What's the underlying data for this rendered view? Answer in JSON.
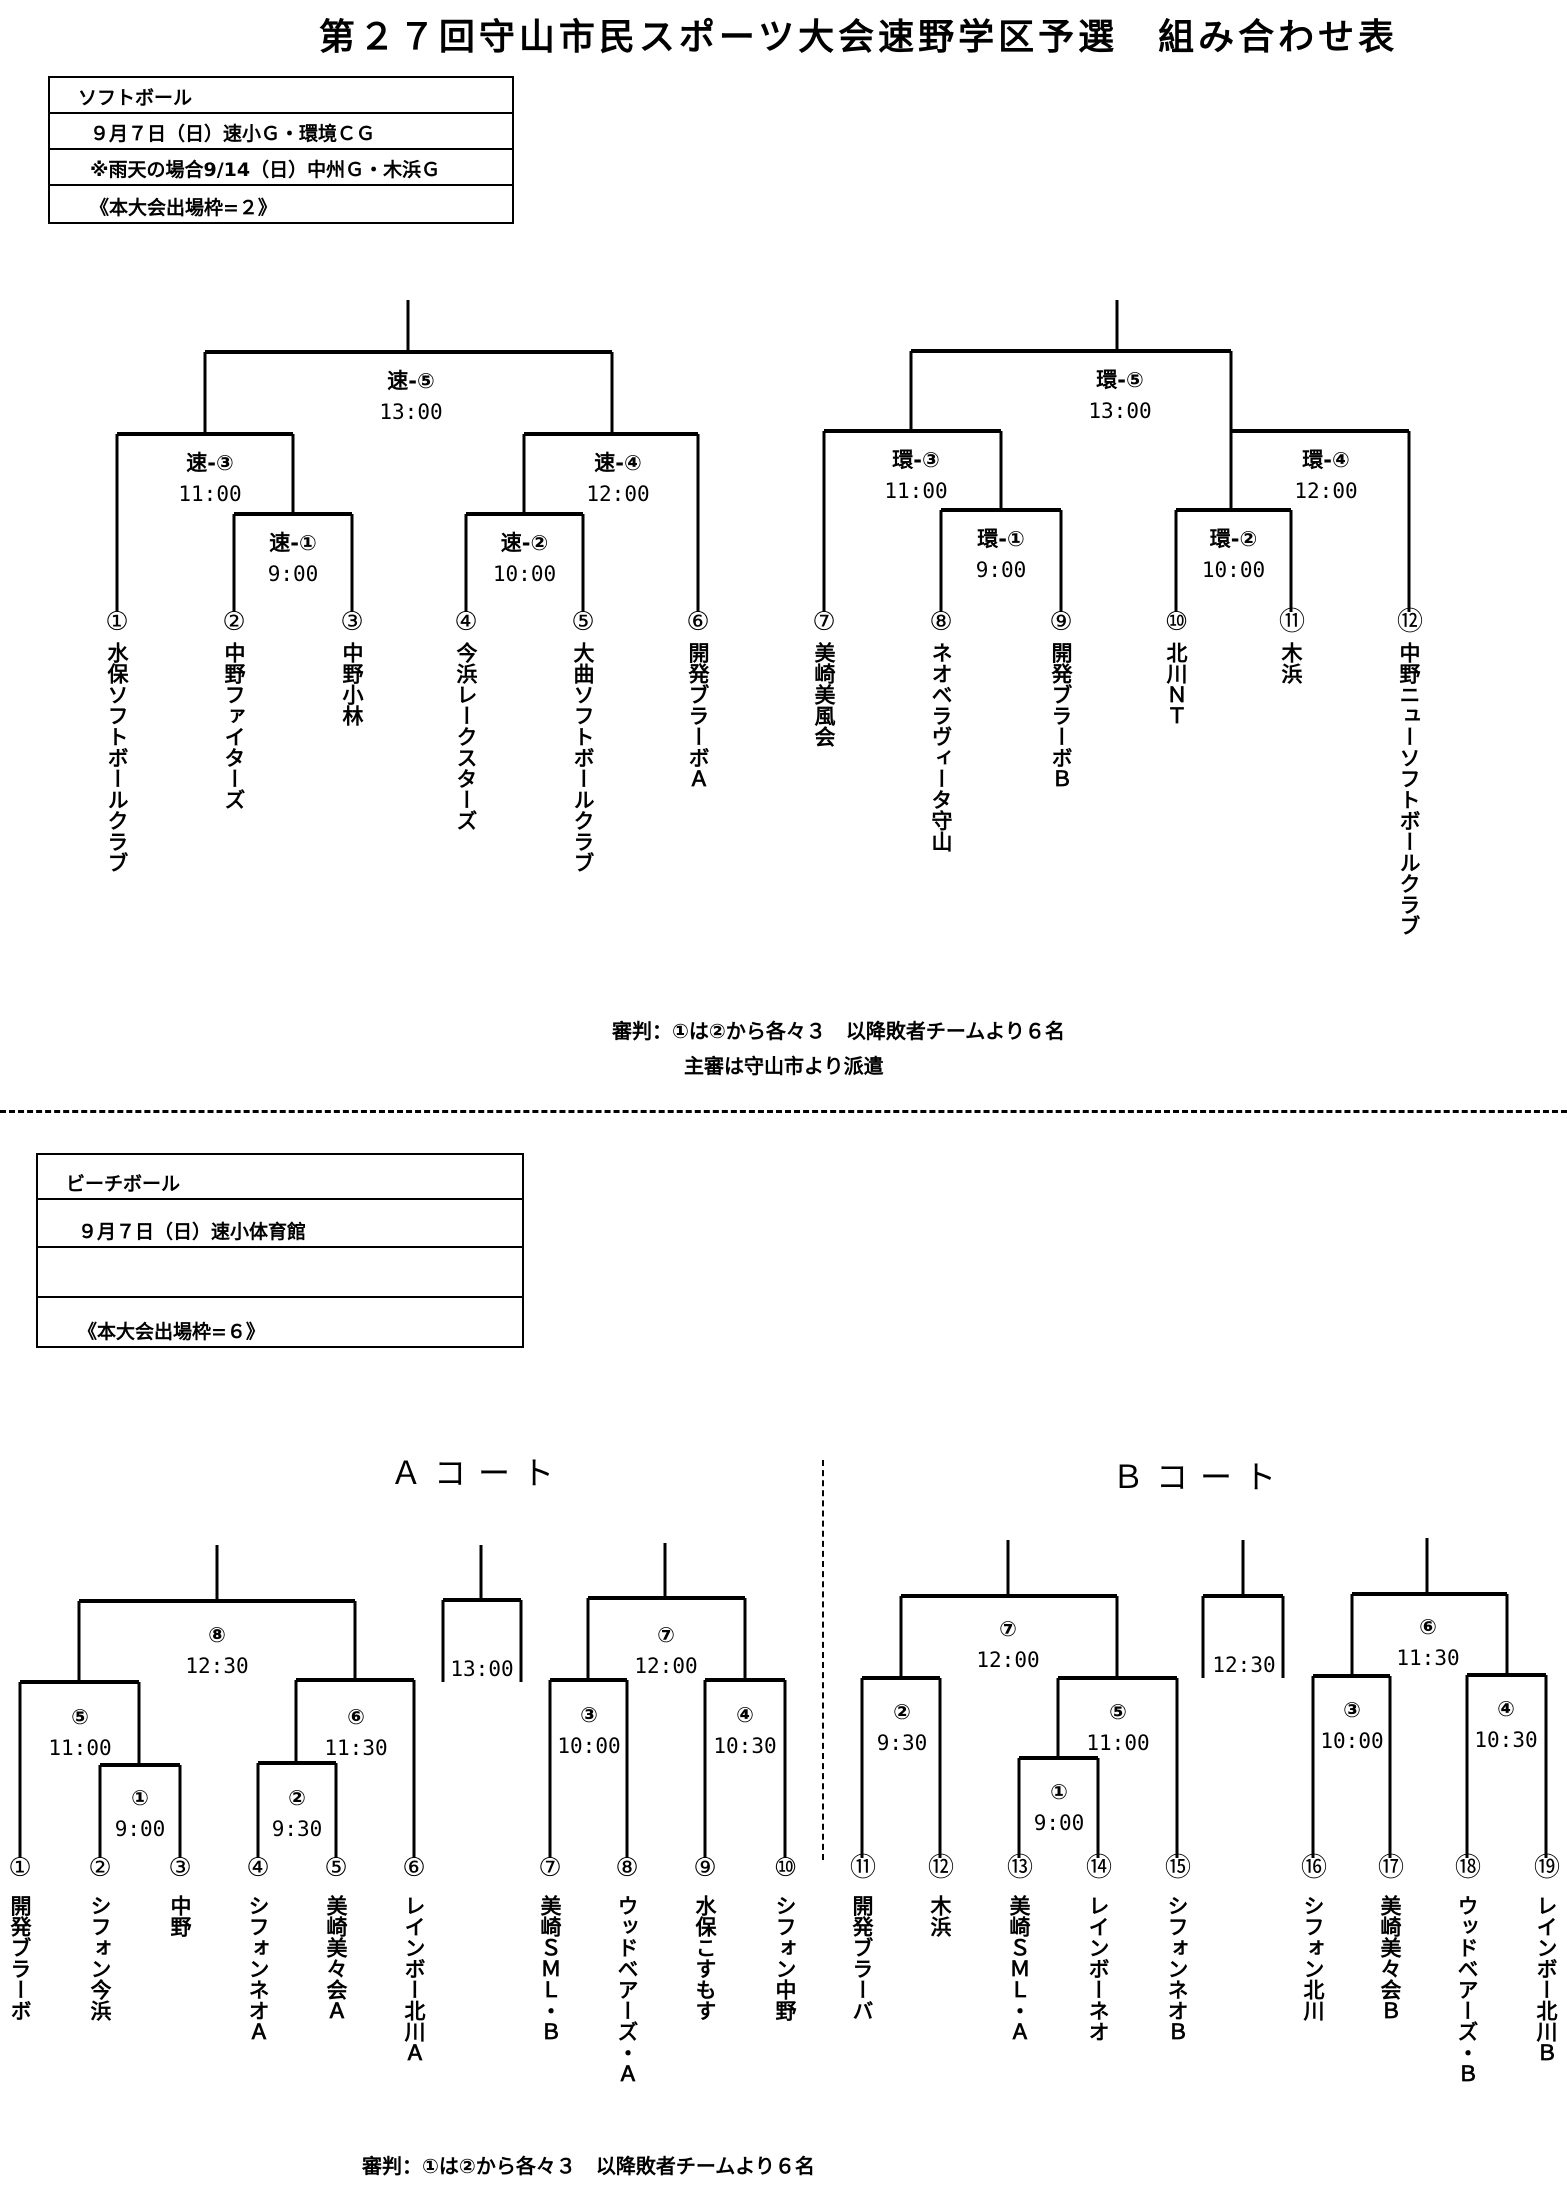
{
  "title": "第２７回守山市民スポーツ大会速野学区予選　組み合わせ表",
  "softball": {
    "info": {
      "sport": "ソフトボール",
      "date_venue": "９月７日（日）速小Ｇ・環境ＣＧ",
      "rain_note": "※雨天の場合9/14（日）中州Ｇ・木浜Ｇ",
      "quota": "《本大会出場枠=２》"
    },
    "brackets": [
      {
        "name": "速",
        "matches": [
          {
            "label": "速-①",
            "time": "9:00"
          },
          {
            "label": "速-②",
            "time": "10:00"
          },
          {
            "label": "速-③",
            "time": "11:00"
          },
          {
            "label": "速-④",
            "time": "12:00"
          },
          {
            "label": "速-⑤",
            "time": "13:00"
          }
        ],
        "teams": [
          {
            "seed": "①",
            "name": "水保ソフトボールクラブ"
          },
          {
            "seed": "②",
            "name": "中野ファイターズ"
          },
          {
            "seed": "③",
            "name": "中野小林"
          },
          {
            "seed": "④",
            "name": "今浜レークスターズ"
          },
          {
            "seed": "⑤",
            "name": "大曲ソフトボールクラブ"
          },
          {
            "seed": "⑥",
            "name": "開発ブラーボＡ"
          }
        ]
      },
      {
        "name": "環",
        "matches": [
          {
            "label": "環-①",
            "time": "9:00"
          },
          {
            "label": "環-②",
            "time": "10:00"
          },
          {
            "label": "環-③",
            "time": "11:00"
          },
          {
            "label": "環-④",
            "time": "12:00"
          },
          {
            "label": "環-⑤",
            "time": "13:00"
          }
        ],
        "teams": [
          {
            "seed": "⑦",
            "name": "美崎美風会"
          },
          {
            "seed": "⑧",
            "name": "ネオベラヴィータ守山"
          },
          {
            "seed": "⑨",
            "name": "開発ブラーボＢ"
          },
          {
            "seed": "⑩",
            "name": "北川ＮＴ"
          },
          {
            "seed": "⑪",
            "name": "木浜"
          },
          {
            "seed": "⑫",
            "name": "中野ニューソフトボールクラブ"
          }
        ]
      }
    ],
    "referee_note": "審判：①は②から各々３　以降敗者チームより６名",
    "umpire_note": "主審は守山市より派遣"
  },
  "beachball": {
    "info": {
      "sport": "ビーチボール",
      "date_venue": "９月７日（日）速小体育館",
      "blank_row": "",
      "quota": "《本大会出場枠=６》"
    },
    "courts": [
      {
        "title": "Ａコート",
        "matches": [
          {
            "label": "①",
            "time": "9:00"
          },
          {
            "label": "②",
            "time": "9:30"
          },
          {
            "label": "③",
            "time": "10:00"
          },
          {
            "label": "④",
            "time": "10:30"
          },
          {
            "label": "⑤",
            "time": "11:00"
          },
          {
            "label": "⑥",
            "time": "11:30"
          },
          {
            "label": "⑦",
            "time": "12:00"
          },
          {
            "label": "⑧",
            "time": "12:30"
          },
          {
            "label": "",
            "time": "13:00"
          }
        ],
        "teams": [
          {
            "seed": "①",
            "name": "開発ブラーボ"
          },
          {
            "seed": "②",
            "name": "シフォン今浜"
          },
          {
            "seed": "③",
            "name": "中野"
          },
          {
            "seed": "④",
            "name": "シフォンネオＡ"
          },
          {
            "seed": "⑤",
            "name": "美崎美々会Ａ"
          },
          {
            "seed": "⑥",
            "name": "レインボー北川Ａ"
          },
          {
            "seed": "⑦",
            "name": "美崎ＳＭＬ・Ｂ"
          },
          {
            "seed": "⑧",
            "name": "ウッドベアーズ・Ａ"
          },
          {
            "seed": "⑨",
            "name": "水保こすもす"
          },
          {
            "seed": "⑩",
            "name": "シフォン中野"
          }
        ]
      },
      {
        "title": "Ｂコート",
        "matches": [
          {
            "label": "①",
            "time": "9:00"
          },
          {
            "label": "②",
            "time": "9:30"
          },
          {
            "label": "③",
            "time": "10:00"
          },
          {
            "label": "④",
            "time": "10:30"
          },
          {
            "label": "⑤",
            "time": "11:00"
          },
          {
            "label": "⑥",
            "time": "11:30"
          },
          {
            "label": "⑦",
            "time": "12:00"
          },
          {
            "label": "",
            "time": "12:30"
          }
        ],
        "teams": [
          {
            "seed": "⑪",
            "name": "開発ブラーバ"
          },
          {
            "seed": "⑫",
            "name": "木浜"
          },
          {
            "seed": "⑬",
            "name": "美崎ＳＭＬ・Ａ"
          },
          {
            "seed": "⑭",
            "name": "レインボーネオ"
          },
          {
            "seed": "⑮",
            "name": "シフォンネオＢ"
          },
          {
            "seed": "⑯",
            "name": "シフォン北川"
          },
          {
            "seed": "⑰",
            "name": "美崎美々会Ｂ"
          },
          {
            "seed": "⑱",
            "name": "ウッドベアーズ・Ｂ"
          },
          {
            "seed": "⑲",
            "name": "レインボー北川Ｂ"
          }
        ]
      }
    ],
    "referee_note": "審判：①は②から各々３　以降敗者チームより６名"
  }
}
